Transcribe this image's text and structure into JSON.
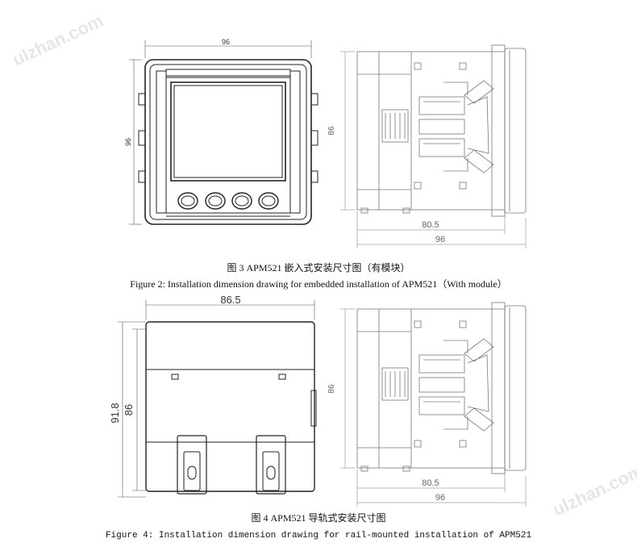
{
  "watermark": "ulzhan.com",
  "figure3": {
    "front": {
      "width_label": "96",
      "height_label": "96"
    },
    "side": {
      "height_label": "86",
      "depth_label": "80.5",
      "width_label": "96"
    },
    "caption_cn": "图 3 APM521 嵌入式安装尺寸图（有模块）",
    "caption_en": "Figure 2: Installation dimension drawing for embedded installation of APM521（With module）"
  },
  "figure4": {
    "front": {
      "width_label": "86.5",
      "outer_height_label": "91.8",
      "inner_height_label": "86"
    },
    "side": {
      "height_label": "86",
      "depth_label": "80.5",
      "width_label": "96"
    },
    "caption_cn": "图 4 APM521 导轨式安装尺寸图",
    "caption_en": "Figure 4: Installation dimension drawing for rail-mounted installation of APM521"
  }
}
